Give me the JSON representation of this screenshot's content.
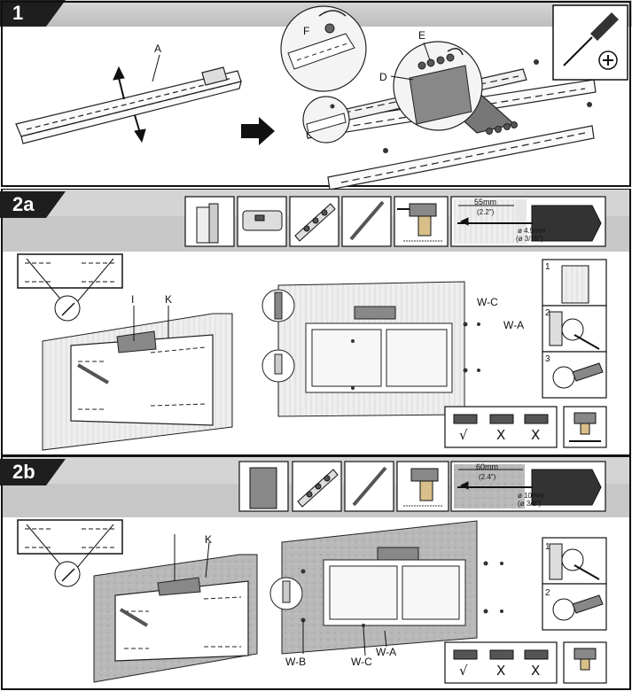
{
  "steps": {
    "s1": "1",
    "s2a": "2a",
    "s2b": "2b"
  },
  "labels": {
    "A": "A",
    "D": "D",
    "E": "E",
    "F": "F",
    "I": "I",
    "K": "K",
    "K2": "K",
    "WC": "W-C",
    "WA": "W-A",
    "WB2": "W-B",
    "WC2": "W-C",
    "WA2": "W-A"
  },
  "substeps_2a": [
    "1",
    "2",
    "3"
  ],
  "substeps_2b": [
    "1",
    "2"
  ],
  "drill_2a": {
    "depth_mm": "55mm",
    "depth_in": "(2.2\")",
    "dia_mm": "ø 4.5mm",
    "dia_in": "(ø 3/16\")"
  },
  "drill_2b": {
    "depth_mm": "60mm",
    "depth_in": "(2.4\")",
    "dia_mm": "ø 10mm",
    "dia_in": "(ø 3/8\")"
  },
  "level_marks_2a": [
    "√",
    "X",
    "X"
  ],
  "level_marks_2b": [
    "√",
    "X",
    "X"
  ],
  "icons": {
    "tool": "phillips-screwdriver-icon",
    "drill": "power-drill-icon",
    "level": "spirit-level-icon",
    "pencil": "pencil-icon",
    "stud_finder": "stud-finder-icon",
    "wall_stud": "wood-stud-wall-icon",
    "concrete": "concrete-wall-icon"
  }
}
